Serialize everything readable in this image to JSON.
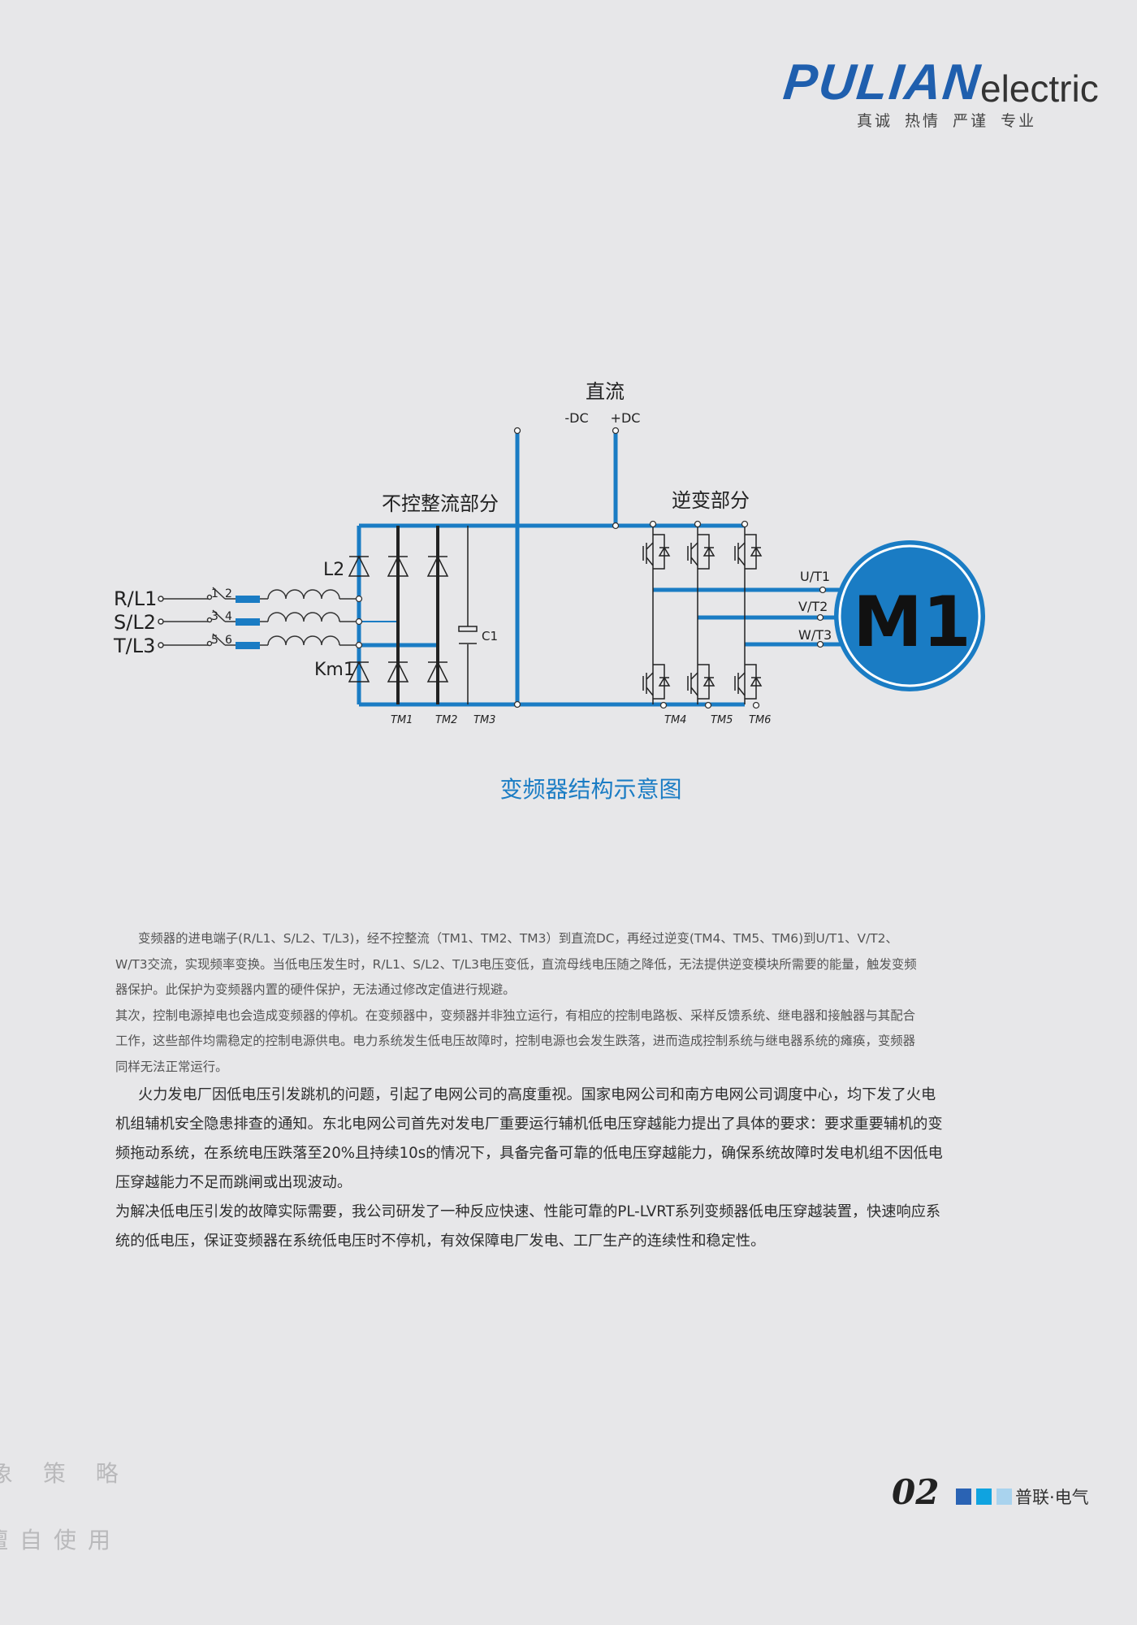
{
  "header": {
    "logo_main": "PULIAN",
    "logo_sub": "electric",
    "slogan": "真诚 热情 严谨 专业"
  },
  "diagram": {
    "title": "变频器结构示意图",
    "dc_label": "直流",
    "neg_dc": "-DC",
    "pos_dc": "+DC",
    "rectifier_label": "不控整流部分",
    "inverter_label": "逆变部分",
    "inputs": [
      "R/L1",
      "S/L2",
      "T/L3"
    ],
    "switch_numbers": [
      "1",
      "2",
      "3",
      "4",
      "5",
      "6"
    ],
    "inductor_label": "L2",
    "contactor_label": "Km1",
    "capacitor_label": "C1",
    "rectifier_modules": [
      "TM1",
      "TM2",
      "TM3"
    ],
    "inverter_modules": [
      "TM4",
      "TM5",
      "TM6"
    ],
    "outputs": [
      "U/T1",
      "V/T2",
      "W/T3"
    ],
    "motor_label": "M1",
    "accent_color": "#1a7cc4"
  },
  "body": {
    "paragraph_small": [
      "变频器的进电端子(R/L1、S/L2、T/L3)，经不控整流（TM1、TM2、TM3）到直流DC，再经过逆变(TM4、TM5、TM6)到U/T1、V/T2、",
      "W/T3交流，实现频率变换。当低电压发生时，R/L1、S/L2、T/L3电压变低，直流母线电压随之降低，无法提供逆变模块所需要的能量，触发变频",
      "器保护。此保护为变频器内置的硬件保护，无法通过修改定值进行规避。",
      "其次，控制电源掉电也会造成变频器的停机。在变频器中，变频器并非独立运行，有相应的控制电路板、采样反馈系统、继电器和接触器与其配合",
      "工作，这些部件均需稳定的控制电源供电。电力系统发生低电压故障时，控制电源也会发生跌落，进而造成控制系统与继电器系统的瘫痪，变频器",
      "同样无法正常运行。"
    ],
    "paragraph_large": [
      "火力发电厂因低电压引发跳机的问题，引起了电网公司的高度重视。国家电网公司和南方电网公司调度中心，均下发了火电",
      "机组辅机安全隐患排查的通知。东北电网公司首先对发电厂重要运行辅机低电压穿越能力提出了具体的要求：要求重要辅机的变",
      "频拖动系统，在系统电压跌落至20%且持续10s的情况下，具备完备可靠的低电压穿越能力，确保系统故障时发电机组不因低电",
      "压穿越能力不足而跳闸或出现波动。",
      "为解决低电压引发的故障实际需要，我公司研发了一种反应快速、性能可靠的PL-LVRT系列变频器低电压穿越装置，快速响应系",
      "统的低电压，保证变频器在系统低电压时不停机，有效保障电厂发电、工厂生产的连续性和稳定性。"
    ]
  },
  "footer": {
    "page_number": "02",
    "brand": "普联·电气",
    "square_colors": [
      "#2a63b4",
      "#0fa3e0",
      "#a9d3ee"
    ]
  },
  "watermark": {
    "line1": "象 策 略",
    "line2": "擅自使用"
  }
}
